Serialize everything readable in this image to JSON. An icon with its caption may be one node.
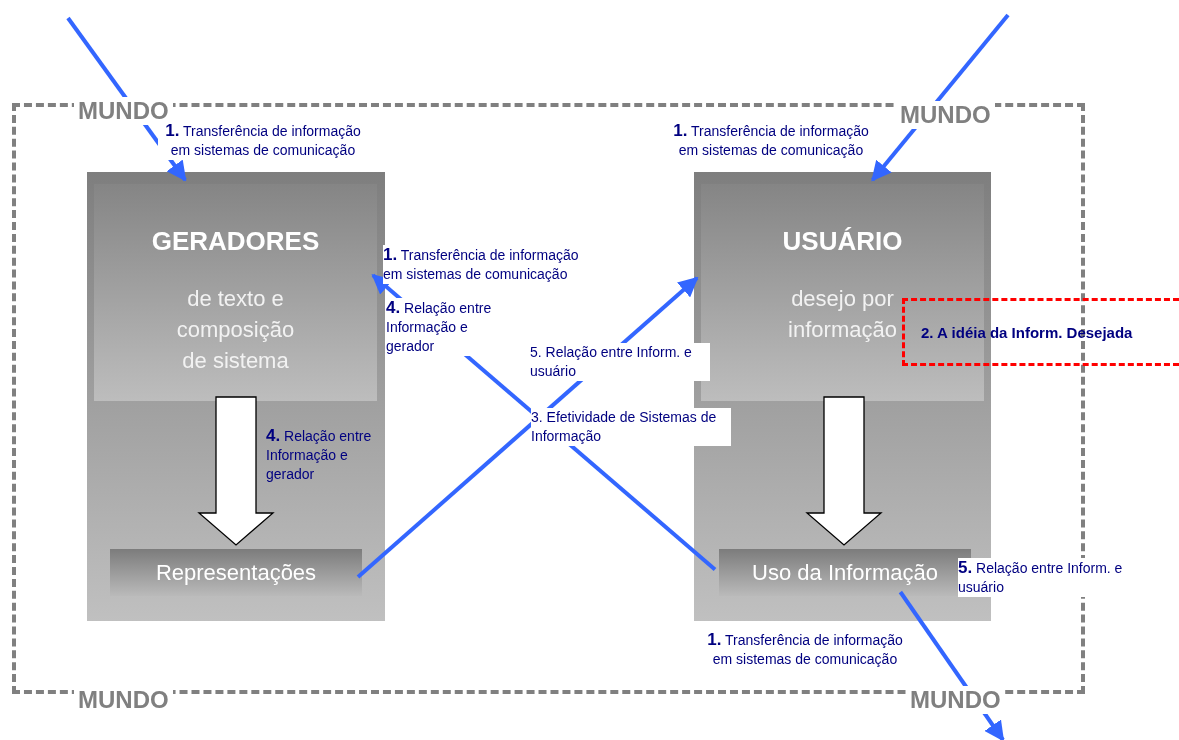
{
  "diagram": {
    "nodes": [
      {
        "text": [
          "MUNDO",
          "MUNDO",
          "MUNDO",
          "MUNDO"
        ]
      },
      {
        "text": [],
        "shape": "box",
        "in": 0
      },
      {
        "text": [
          "GERADORES",
          "de texto e composição de sistema"
        ],
        "in": 1
      },
      {
        "text": [
          "Representações"
        ],
        "in": 1
      },
      {
        "text": [],
        "shape": "box",
        "in": 0
      },
      {
        "text": [
          "USUÁRIO",
          "desejo por informação"
        ],
        "in": 4
      },
      {
        "text": [
          "Uso da Informação"
        ],
        "in": 4
      },
      {
        "text": [
          "2. A idéia da Inform. Desejada"
        ]
      }
    ],
    "edges": [
      {
        "from": null,
        "to": 2,
        "arrow": "to",
        "label": "**1.** Transferência de informação em sistemas de comunicação"
      },
      {
        "from": null,
        "to": 5,
        "arrow": "to",
        "label": "**1.** Transferência de informação em sistemas de comunicação"
      },
      {
        "from": 3,
        "to": 5,
        "arrow": "to",
        "label": "5. Relação entre Inform. e usuário"
      },
      {
        "from": 6,
        "to": 2,
        "arrow": "to",
        "label": "**1.** Transferência de informação em sistemas de comunicação"
      },
      {
        "from": 6,
        "to": null,
        "arrow": "to",
        "label": "**1.** Transferência de informação em sistemas de comunicação"
      },
      {
        "from": 2,
        "to": 3,
        "arrow": "to",
        "style": "thick",
        "label": "**4.** Relação entre Informação e gerador"
      },
      {
        "from": 5,
        "to": 6,
        "arrow": "to",
        "style": "thick"
      }
    ],
    "labels": [
      "**4.** Relação entre Informação e gerador",
      "3. Efetividade de Sistemas de Informação",
      "**5.** Relação entre Inform. e usuário"
    ]
  }
}
